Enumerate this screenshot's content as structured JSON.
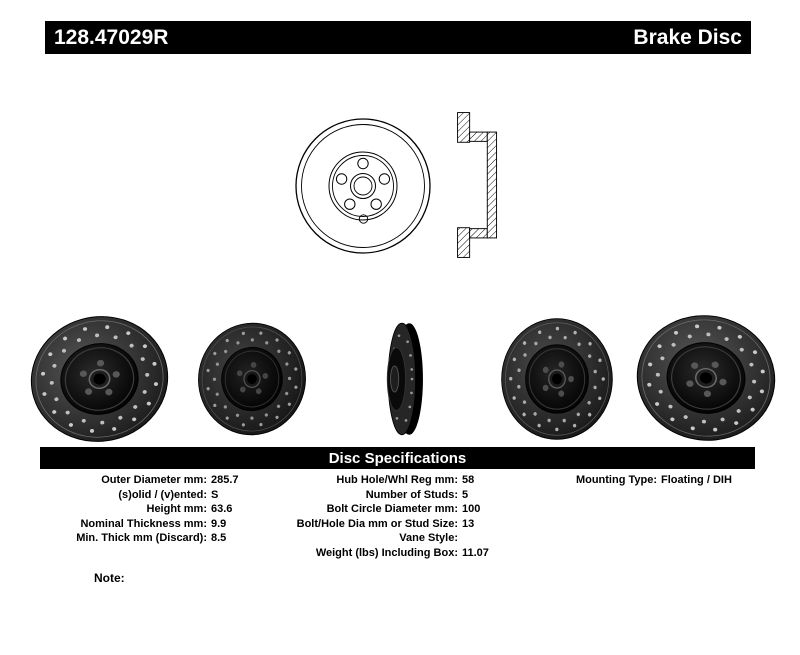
{
  "header": {
    "part_number": "128.47029R",
    "title": "Brake Disc"
  },
  "spec_bar_title": "Disc Specifications",
  "specs": {
    "left": [
      {
        "label": "Outer Diameter mm:",
        "value": "285.7"
      },
      {
        "label": "(s)olid / (v)ented:",
        "value": "S"
      },
      {
        "label": "Height mm:",
        "value": "63.6"
      },
      {
        "label": "Nominal Thickness mm:",
        "value": "9.9"
      },
      {
        "label": "Min. Thick mm (Discard):",
        "value": "8.5"
      }
    ],
    "middle": [
      {
        "label": "Hub Hole/Whl Reg mm:",
        "value": "58"
      },
      {
        "label": "Number of Studs:",
        "value": "5"
      },
      {
        "label": "Bolt Circle Diameter mm:",
        "value": "100"
      },
      {
        "label": "Bolt/Hole Dia mm or Stud Size:",
        "value": "13"
      },
      {
        "label": "Vane Style:",
        "value": ""
      },
      {
        "label": "Weight (lbs) Including Box:",
        "value": "11.07"
      }
    ],
    "right": [
      {
        "label": "Mounting Type:",
        "value": "Floating / DIH"
      }
    ]
  },
  "note_label": "Note:",
  "colors": {
    "header_bg": "#000000",
    "header_text": "#ffffff"
  }
}
